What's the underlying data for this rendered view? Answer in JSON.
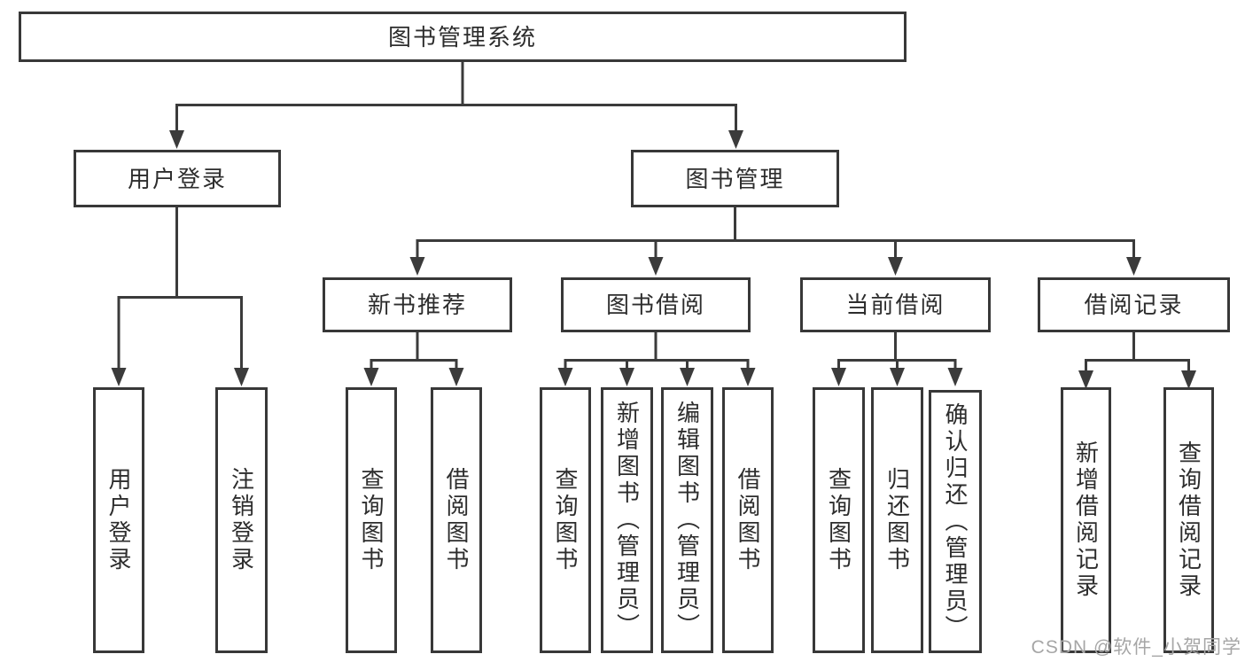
{
  "diagram_title": "图书管理系统",
  "nodes": {
    "root": "图书管理系统",
    "login": "用户登录",
    "mgmt": "图书管理",
    "newbook": "新书推荐",
    "bookborrow": "图书借阅",
    "currentborrow": "当前借阅",
    "records": "借阅记录",
    "login_leaf_1": "用户登录",
    "login_leaf_2": "注销登录",
    "newbook_leaf_1": "查询图书",
    "newbook_leaf_2": "借阅图书",
    "borrow_leaf_1": "查询图书",
    "borrow_leaf_2": "新增图书（管理员）",
    "borrow_leaf_3": "编辑图书（管理员）",
    "borrow_leaf_4": "借阅图书",
    "current_leaf_1": "查询图书",
    "current_leaf_2": "归还图书",
    "current_leaf_3": "确认归还（管理员）",
    "records_leaf_1": "新增借阅记录",
    "records_leaf_2": "查询借阅记录"
  },
  "hierarchy": {
    "图书管理系统": {
      "用户登录": [
        "用户登录",
        "注销登录"
      ],
      "图书管理": {
        "新书推荐": [
          "查询图书",
          "借阅图书"
        ],
        "图书借阅": [
          "查询图书",
          "新增图书（管理员）",
          "编辑图书（管理员）",
          "借阅图书"
        ],
        "当前借阅": [
          "查询图书",
          "归还图书",
          "确认归还（管理员）"
        ],
        "借阅记录": [
          "新增借阅记录",
          "查询借阅记录"
        ]
      }
    }
  },
  "watermark": "CSDN @软件_小贺同学",
  "colors": {
    "line": "#3b3b3b",
    "box_border": "#383838",
    "text": "#2d2d2d",
    "watermark": "#a6a6a6",
    "background": "#ffffff"
  }
}
